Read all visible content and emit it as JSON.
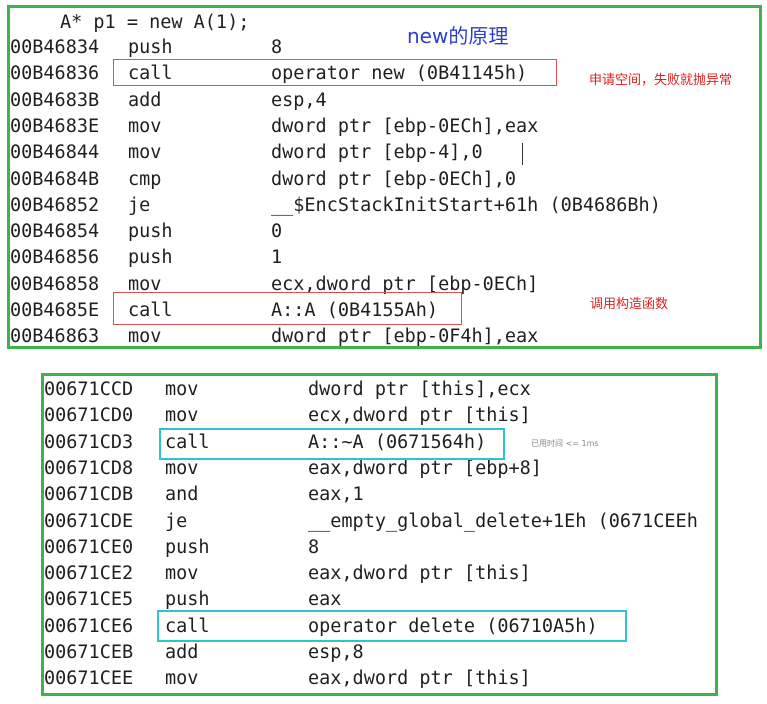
{
  "top": {
    "source_line": "A* p1 = new A(1);",
    "title": "new的原理",
    "rows": [
      {
        "addr": "00B46834",
        "op": "push",
        "arg": "8"
      },
      {
        "addr": "00B46836",
        "op": "call",
        "arg": "operator new (0B41145h)"
      },
      {
        "addr": "00B4683B",
        "op": "add",
        "arg": "esp,4"
      },
      {
        "addr": "00B4683E",
        "op": "mov",
        "arg": "dword ptr [ebp-0ECh],eax"
      },
      {
        "addr": "00B46844",
        "op": "mov",
        "arg": "dword ptr [ebp-4],0"
      },
      {
        "addr": "00B4684B",
        "op": "cmp",
        "arg": "dword ptr [ebp-0ECh],0"
      },
      {
        "addr": "00B46852",
        "op": "je",
        "arg": "__$EncStackInitStart+61h (0B4686Bh)"
      },
      {
        "addr": "00B46854",
        "op": "push",
        "arg": "0"
      },
      {
        "addr": "00B46856",
        "op": "push",
        "arg": "1"
      },
      {
        "addr": "00B46858",
        "op": "mov",
        "arg": "ecx,dword ptr [ebp-0ECh]"
      },
      {
        "addr": "00B4685E",
        "op": "call",
        "arg": "A::A (0B4155Ah)"
      },
      {
        "addr": "00B46863",
        "op": "mov",
        "arg": "dword ptr [ebp-0F4h],eax"
      }
    ],
    "note_new": "申请空间，失败就抛异常",
    "note_ctor": "调用构造函数"
  },
  "bottom": {
    "rows": [
      {
        "addr": "00671CCD",
        "op": "mov",
        "arg": "dword ptr [this],ecx"
      },
      {
        "addr": "00671CD0",
        "op": "mov",
        "arg": "ecx,dword ptr [this]"
      },
      {
        "addr": "00671CD3",
        "op": "call",
        "arg": "A::~A (0671564h)"
      },
      {
        "addr": "00671CD8",
        "op": "mov",
        "arg": "eax,dword ptr [ebp+8]"
      },
      {
        "addr": "00671CDB",
        "op": "and",
        "arg": "eax,1"
      },
      {
        "addr": "00671CDE",
        "op": "je",
        "arg": "__empty_global_delete+1Eh (0671CEEh"
      },
      {
        "addr": "00671CE0",
        "op": "push",
        "arg": "8"
      },
      {
        "addr": "00671CE2",
        "op": "mov",
        "arg": "eax,dword ptr [this]"
      },
      {
        "addr": "00671CE5",
        "op": "push",
        "arg": "eax"
      },
      {
        "addr": "00671CE6",
        "op": "call",
        "arg": "operator delete (06710A5h)"
      },
      {
        "addr": "00671CEB",
        "op": "add",
        "arg": "esp,8"
      },
      {
        "addr": "00671CEE",
        "op": "mov",
        "arg": "eax,dword ptr [this]"
      }
    ],
    "elapsed_hint": "已用时间 <= 1ms"
  },
  "colors": {
    "panel_border": "#3cb44b",
    "title": "#2c3fc7",
    "red_note": "#e02020",
    "cyan_box": "#2cc4cf"
  }
}
